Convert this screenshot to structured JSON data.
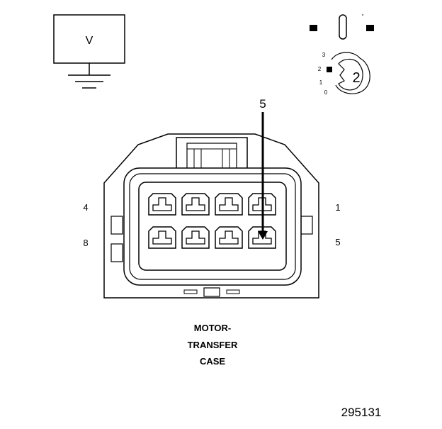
{
  "meter": {
    "symbol": "V"
  },
  "selector_dial": {
    "positions": [
      "3",
      "2",
      "1",
      "0"
    ],
    "selected_label": "2"
  },
  "callout": {
    "label": "5"
  },
  "connector": {
    "pin_labels": {
      "top_left": "4",
      "bottom_left": "8",
      "top_right": "1",
      "bottom_right": "5"
    },
    "caption_lines": [
      "MOTOR-",
      "TRANSFER",
      "CASE"
    ]
  },
  "figure_number": "295131"
}
